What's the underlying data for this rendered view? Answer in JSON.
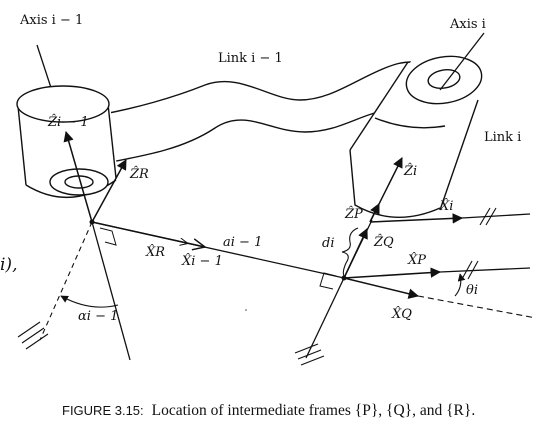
{
  "labels": {
    "axis_prev": "Axis i − 1",
    "axis_i": "Axis i",
    "link_prev": "Link i − 1",
    "link_i": "Link i",
    "z_prev": "Ẑi − 1",
    "z_r": "ẐR",
    "x_r": "X̂R",
    "x_prev": "X̂i − 1",
    "a_prev": "ai − 1",
    "alpha_prev": "αi − 1",
    "z_i": "Ẑi",
    "z_p": "ẐP",
    "z_q": "ẐQ",
    "d_i": "di",
    "x_i": "X̂i",
    "x_p": "X̂P",
    "x_q": "X̂Q",
    "theta_i": "θi",
    "margin_fragment": "i),"
  },
  "caption": {
    "prefix": "FIGURE 3.15:",
    "text": "Location of intermediate frames {P}, {Q}, and {R}."
  }
}
